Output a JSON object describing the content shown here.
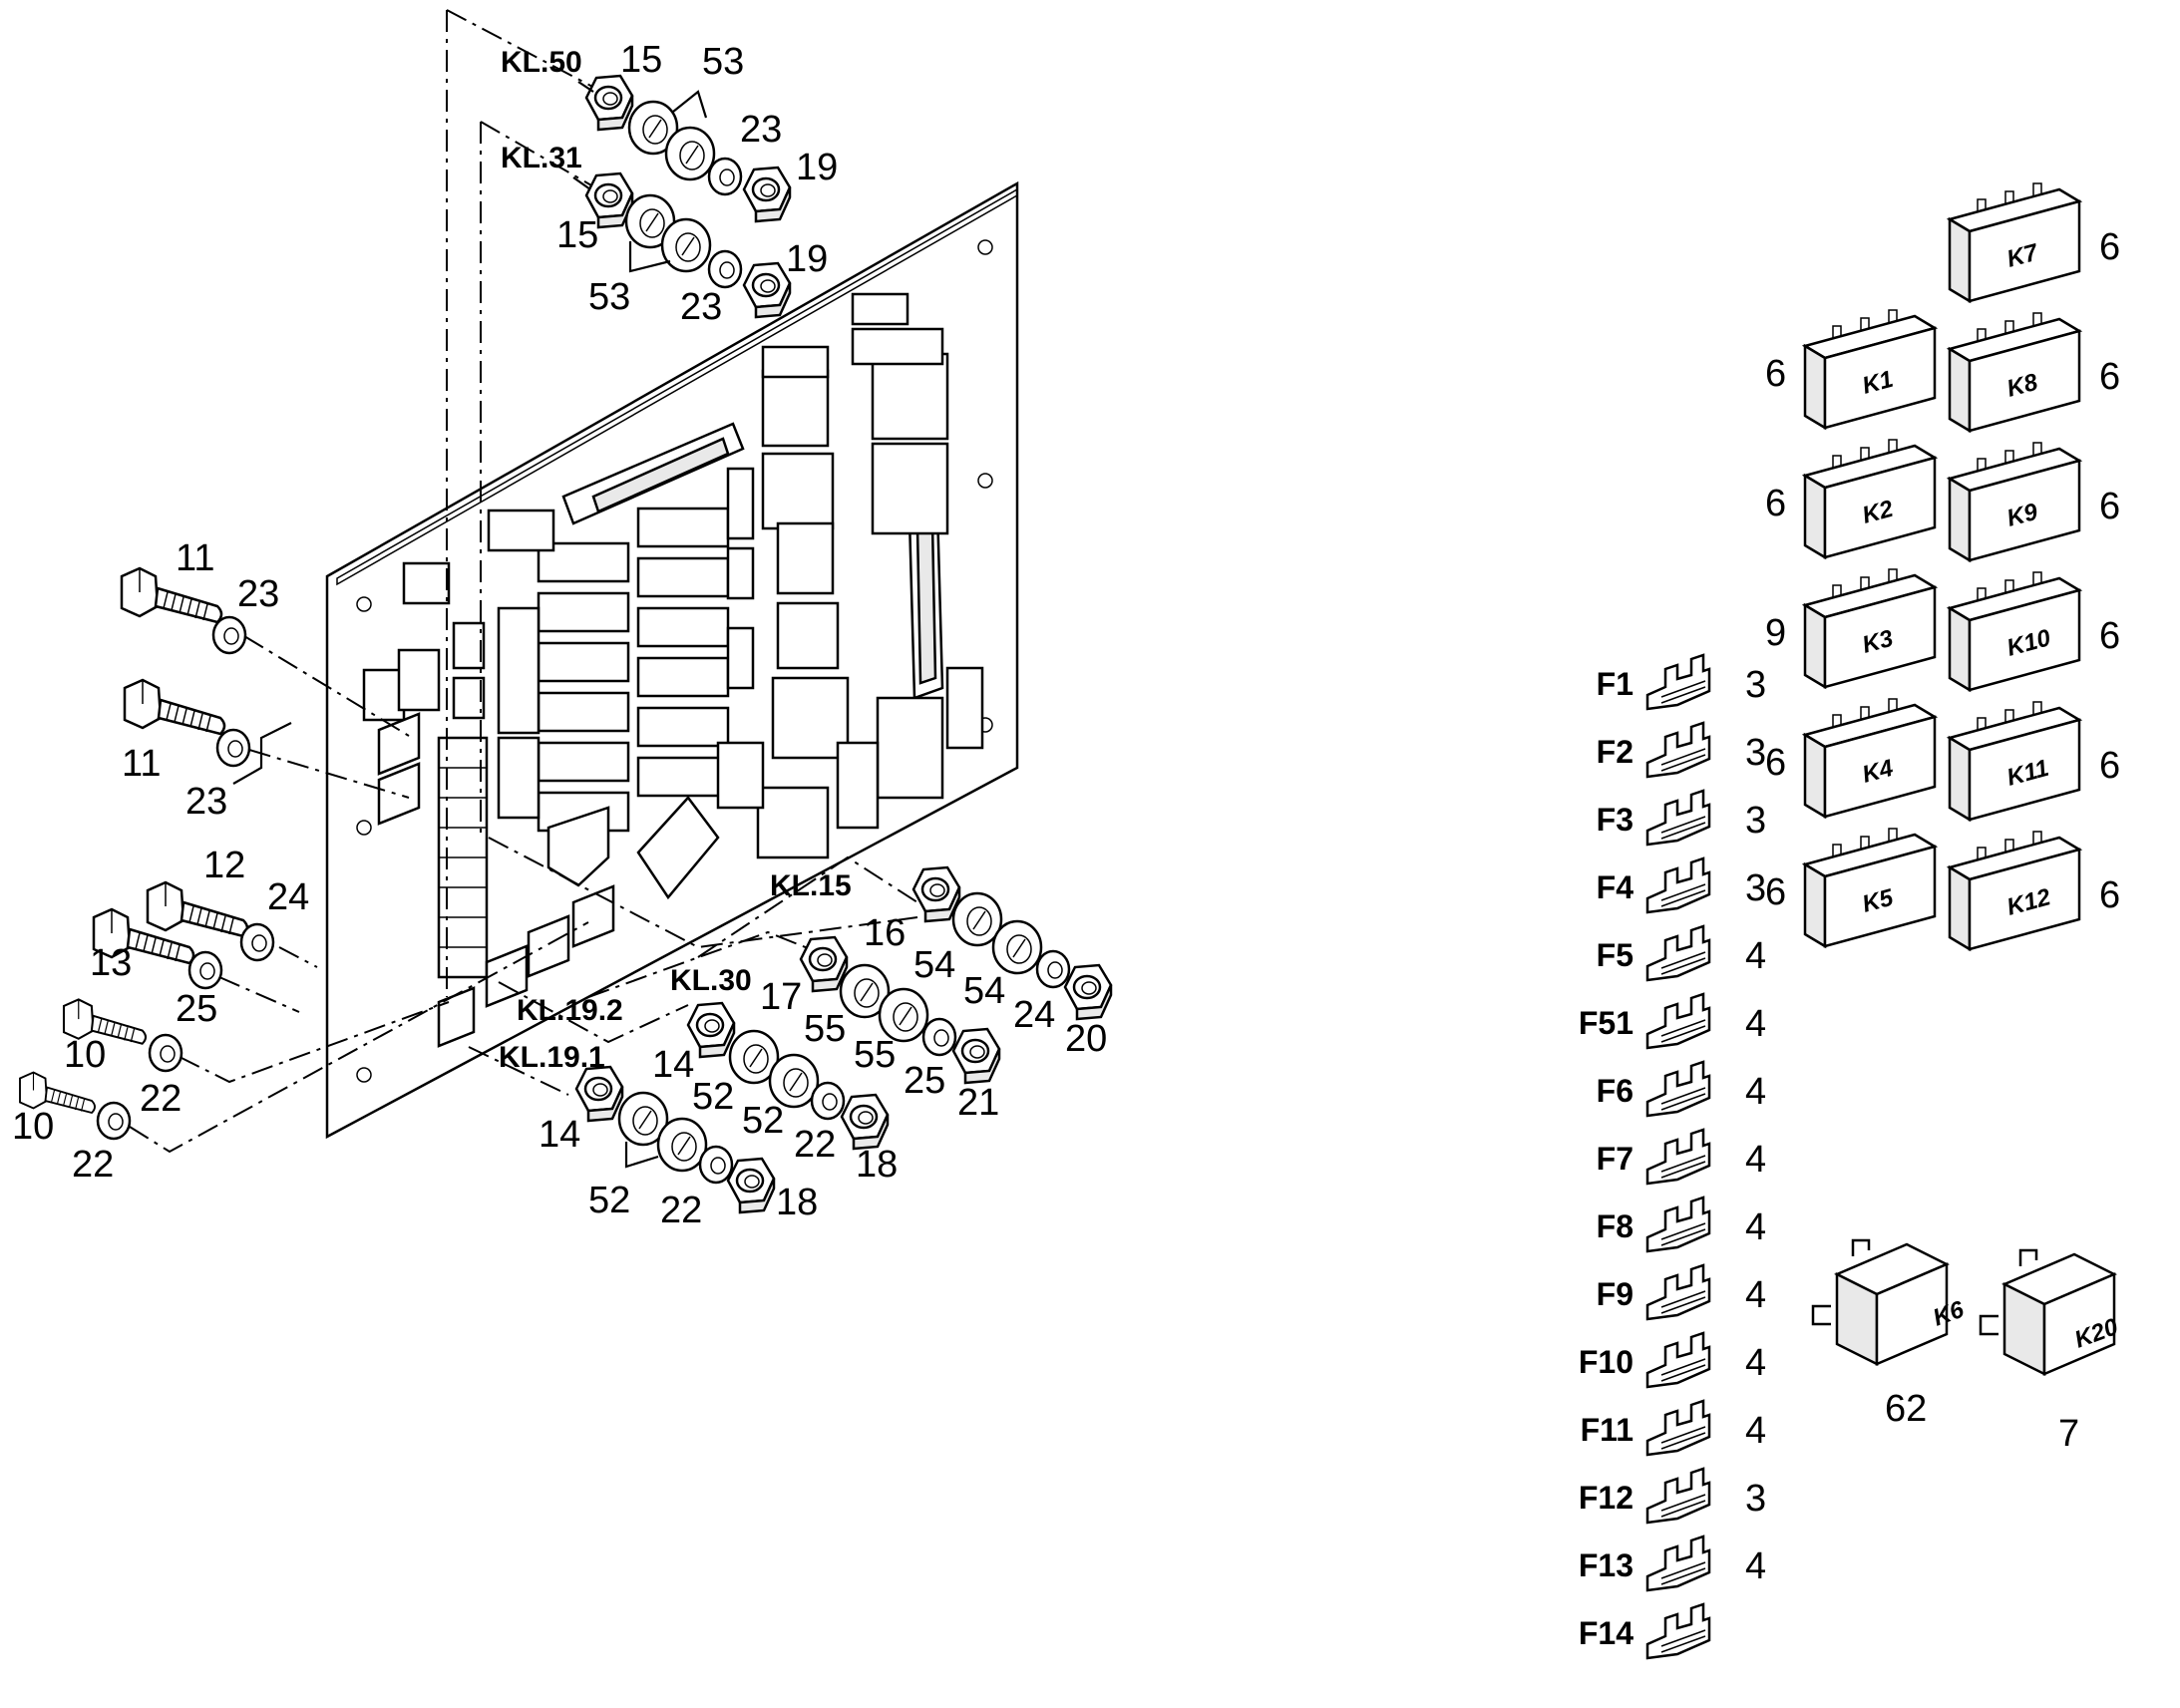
{
  "terminals": {
    "kl50": "KL.50",
    "kl31": "KL.31",
    "kl15": "KL.15",
    "kl30": "KL.30",
    "kl192": "KL.19.2",
    "kl191": "KL.19.1"
  },
  "callouts": {
    "kl50_nut": "15",
    "kl50_washer": "53",
    "kl50_lock": "23",
    "kl50_endnut": "19",
    "kl31_nut": "15",
    "kl31_washer": "53",
    "kl31_lock": "23",
    "kl31_endnut": "19",
    "bolt1": "11",
    "bolt1_washer": "23",
    "bolt2": "11",
    "bolt2_washer": "23",
    "bolt3": "12",
    "bolt3_washer": "24",
    "bolt4": "13",
    "bolt4_washer": "25",
    "bolt5": "10",
    "bolt5_washer": "22",
    "bolt6": "10",
    "bolt6_washer": "22",
    "kl15_washer": "16",
    "kl15_ins1": "54",
    "kl15_ins2": "54",
    "kl15_lock": "24",
    "kl15_nut": "20",
    "kl30_nut": "17",
    "kl30_ins1": "55",
    "kl30_ins2": "55",
    "kl30_lock": "25",
    "kl30_endnut": "21",
    "kl192_nut": "14",
    "kl192_ins1": "52",
    "kl192_ins2": "52",
    "kl192_lock": "22",
    "kl192_endnut": "18",
    "kl191_nut": "14",
    "kl191_ins": "52",
    "kl191_lock": "22",
    "kl191_endnut": "18"
  },
  "fuses": [
    {
      "label": "F1",
      "qty": "3"
    },
    {
      "label": "F2",
      "qty": "3"
    },
    {
      "label": "F3",
      "qty": "3"
    },
    {
      "label": "F4",
      "qty": "3"
    },
    {
      "label": "F5",
      "qty": "4"
    },
    {
      "label": "F51",
      "qty": "4"
    },
    {
      "label": "F6",
      "qty": "4"
    },
    {
      "label": "F7",
      "qty": "4"
    },
    {
      "label": "F8",
      "qty": "4"
    },
    {
      "label": "F9",
      "qty": "4"
    },
    {
      "label": "F10",
      "qty": "4"
    },
    {
      "label": "F11",
      "qty": "4"
    },
    {
      "label": "F12",
      "qty": "3"
    },
    {
      "label": "F13",
      "qty": "4"
    },
    {
      "label": "F14",
      "qty": ""
    }
  ],
  "relays": [
    {
      "label": "K1",
      "qty": "6"
    },
    {
      "label": "K2",
      "qty": "6"
    },
    {
      "label": "K3",
      "qty": "9"
    },
    {
      "label": "K4",
      "qty": "6"
    },
    {
      "label": "K5",
      "qty": "6"
    },
    {
      "label": "K7",
      "qty": "6"
    },
    {
      "label": "K8",
      "qty": "6"
    },
    {
      "label": "K9",
      "qty": "6"
    },
    {
      "label": "K10",
      "qty": "6"
    },
    {
      "label": "K11",
      "qty": "6"
    },
    {
      "label": "K12",
      "qty": "6"
    }
  ],
  "power_relays": [
    {
      "label": "K6",
      "qty": "62"
    },
    {
      "label": "K20",
      "qty": "7"
    }
  ]
}
